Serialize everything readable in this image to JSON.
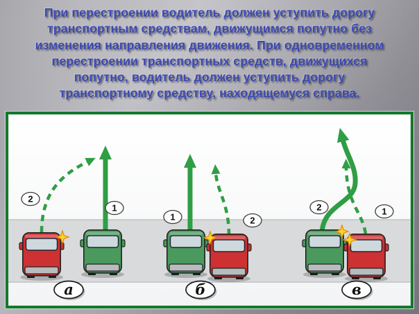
{
  "title": "При перестроении водитель должен уступить дорогу\nтранспортным средствам, движущимся попутно без\nизменения направления движения. При одновременном\nперестроении транспортных средств, движущихся\nпопутно, водитель должен уступить дорогу\nтранспортному средству, находящемуся справа.",
  "scenarios": [
    {
      "label": "а",
      "yield_badge": "2",
      "priority_badge": "1"
    },
    {
      "label": "б",
      "priority_badge": "1",
      "yield_badge": "2"
    },
    {
      "label": "в",
      "yield_badge": "2",
      "priority_badge": "1"
    }
  ],
  "colors": {
    "title_text": "#3d49b2",
    "panel_border_green": "#127a2c",
    "arrow_green": "#2f9e44",
    "car_red": "#ce3131",
    "car_green": "#4a9a5e",
    "signal_star_yellow": "#ffd429",
    "background_gray": "#9a9aa0",
    "road_gray": "#d8dadc"
  }
}
